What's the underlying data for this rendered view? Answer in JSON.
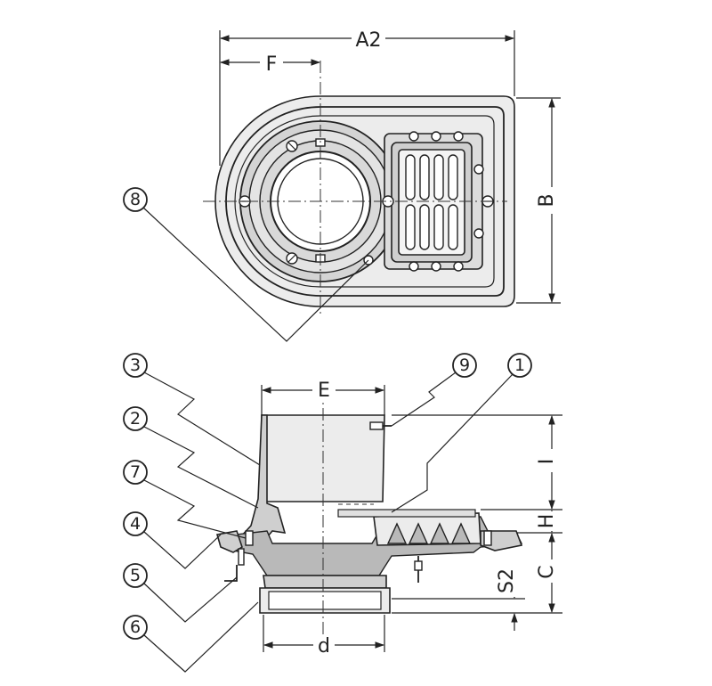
{
  "dimensions": {
    "a2": "A2",
    "f": "F",
    "b": "B",
    "e": "E",
    "i": "I",
    "h": "H",
    "c": "C",
    "s2": "S2",
    "d": "d"
  },
  "callouts": {
    "c1": "1",
    "c2": "2",
    "c3": "3",
    "c4": "4",
    "c5": "5",
    "c6": "6",
    "c7": "7",
    "c8": "8",
    "c9": "9"
  }
}
